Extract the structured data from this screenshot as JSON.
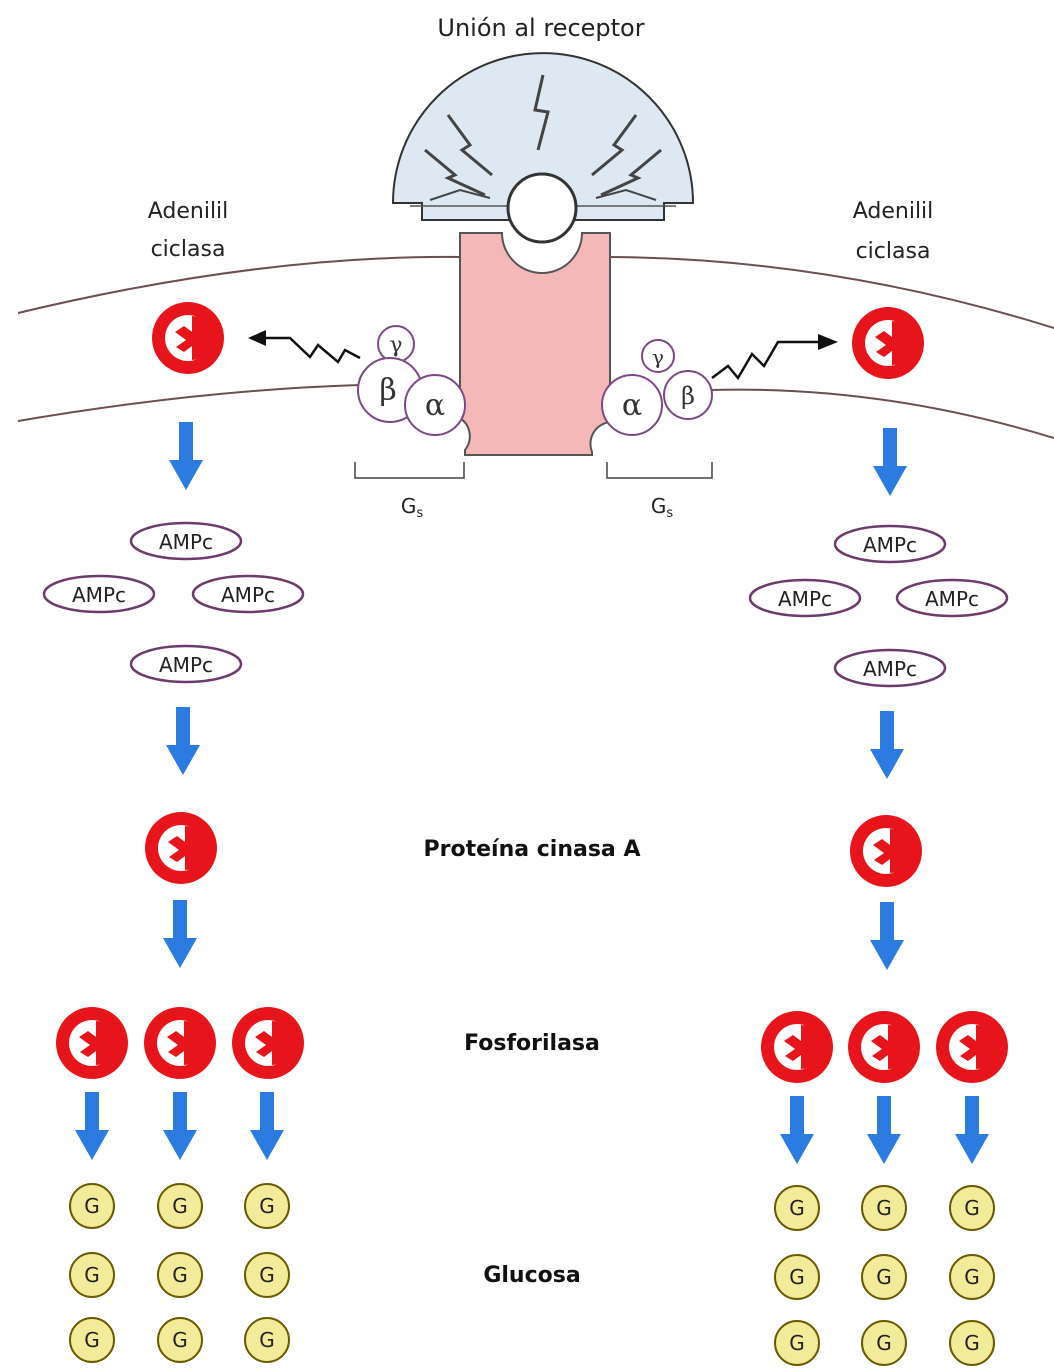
{
  "title": "Unión al receptor",
  "labels": {
    "adenylyl_left": [
      "Adenilil",
      "ciclasa"
    ],
    "adenylyl_right": [
      "Adenilil",
      "ciclasa"
    ],
    "pka": "Proteína cinasa A",
    "phosphorylase": "Fosforilasa",
    "glucose": "Glucosa"
  },
  "gprotein": {
    "subunits": [
      "γ",
      "β",
      "α"
    ],
    "label_main": "G",
    "label_sub": "s"
  },
  "second_messenger": "AMPc",
  "glucose_symbol": "G",
  "colors": {
    "receptor": "#f4b8b8",
    "enzyme": "#e8141c",
    "arrow": "#2b7be0",
    "ampc": "#6b3b6b",
    "glucose_fill": "#f2ec9a",
    "glucose_stroke": "#6a5a00",
    "gprotein_stroke": "#7a4a82",
    "membrane": "#6b5050",
    "hormone_fan": "#dde8f3"
  }
}
